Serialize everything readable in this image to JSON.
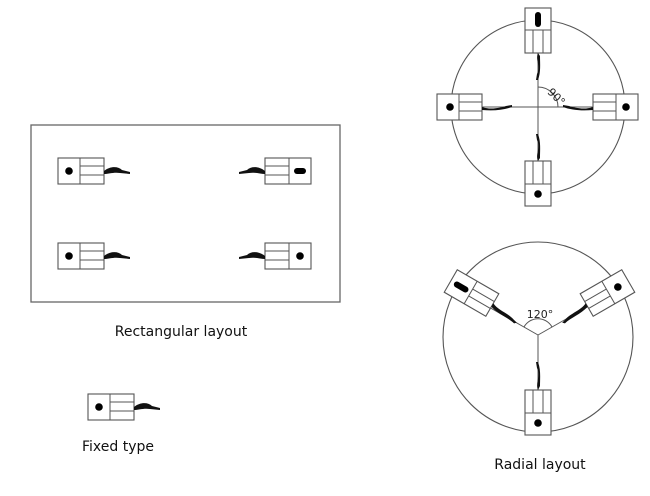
{
  "labels": {
    "rectangular": "Rectangular layout",
    "fixed": "Fixed type",
    "radial": "Radial layout"
  },
  "angles": {
    "four_point": "90°",
    "three_point": "120°"
  },
  "rectangular_layout": {
    "sensor_count": 4
  },
  "radial_layouts": [
    {
      "sensor_count": 4,
      "angle": "90°"
    },
    {
      "sensor_count": 3,
      "angle": "120°"
    }
  ]
}
